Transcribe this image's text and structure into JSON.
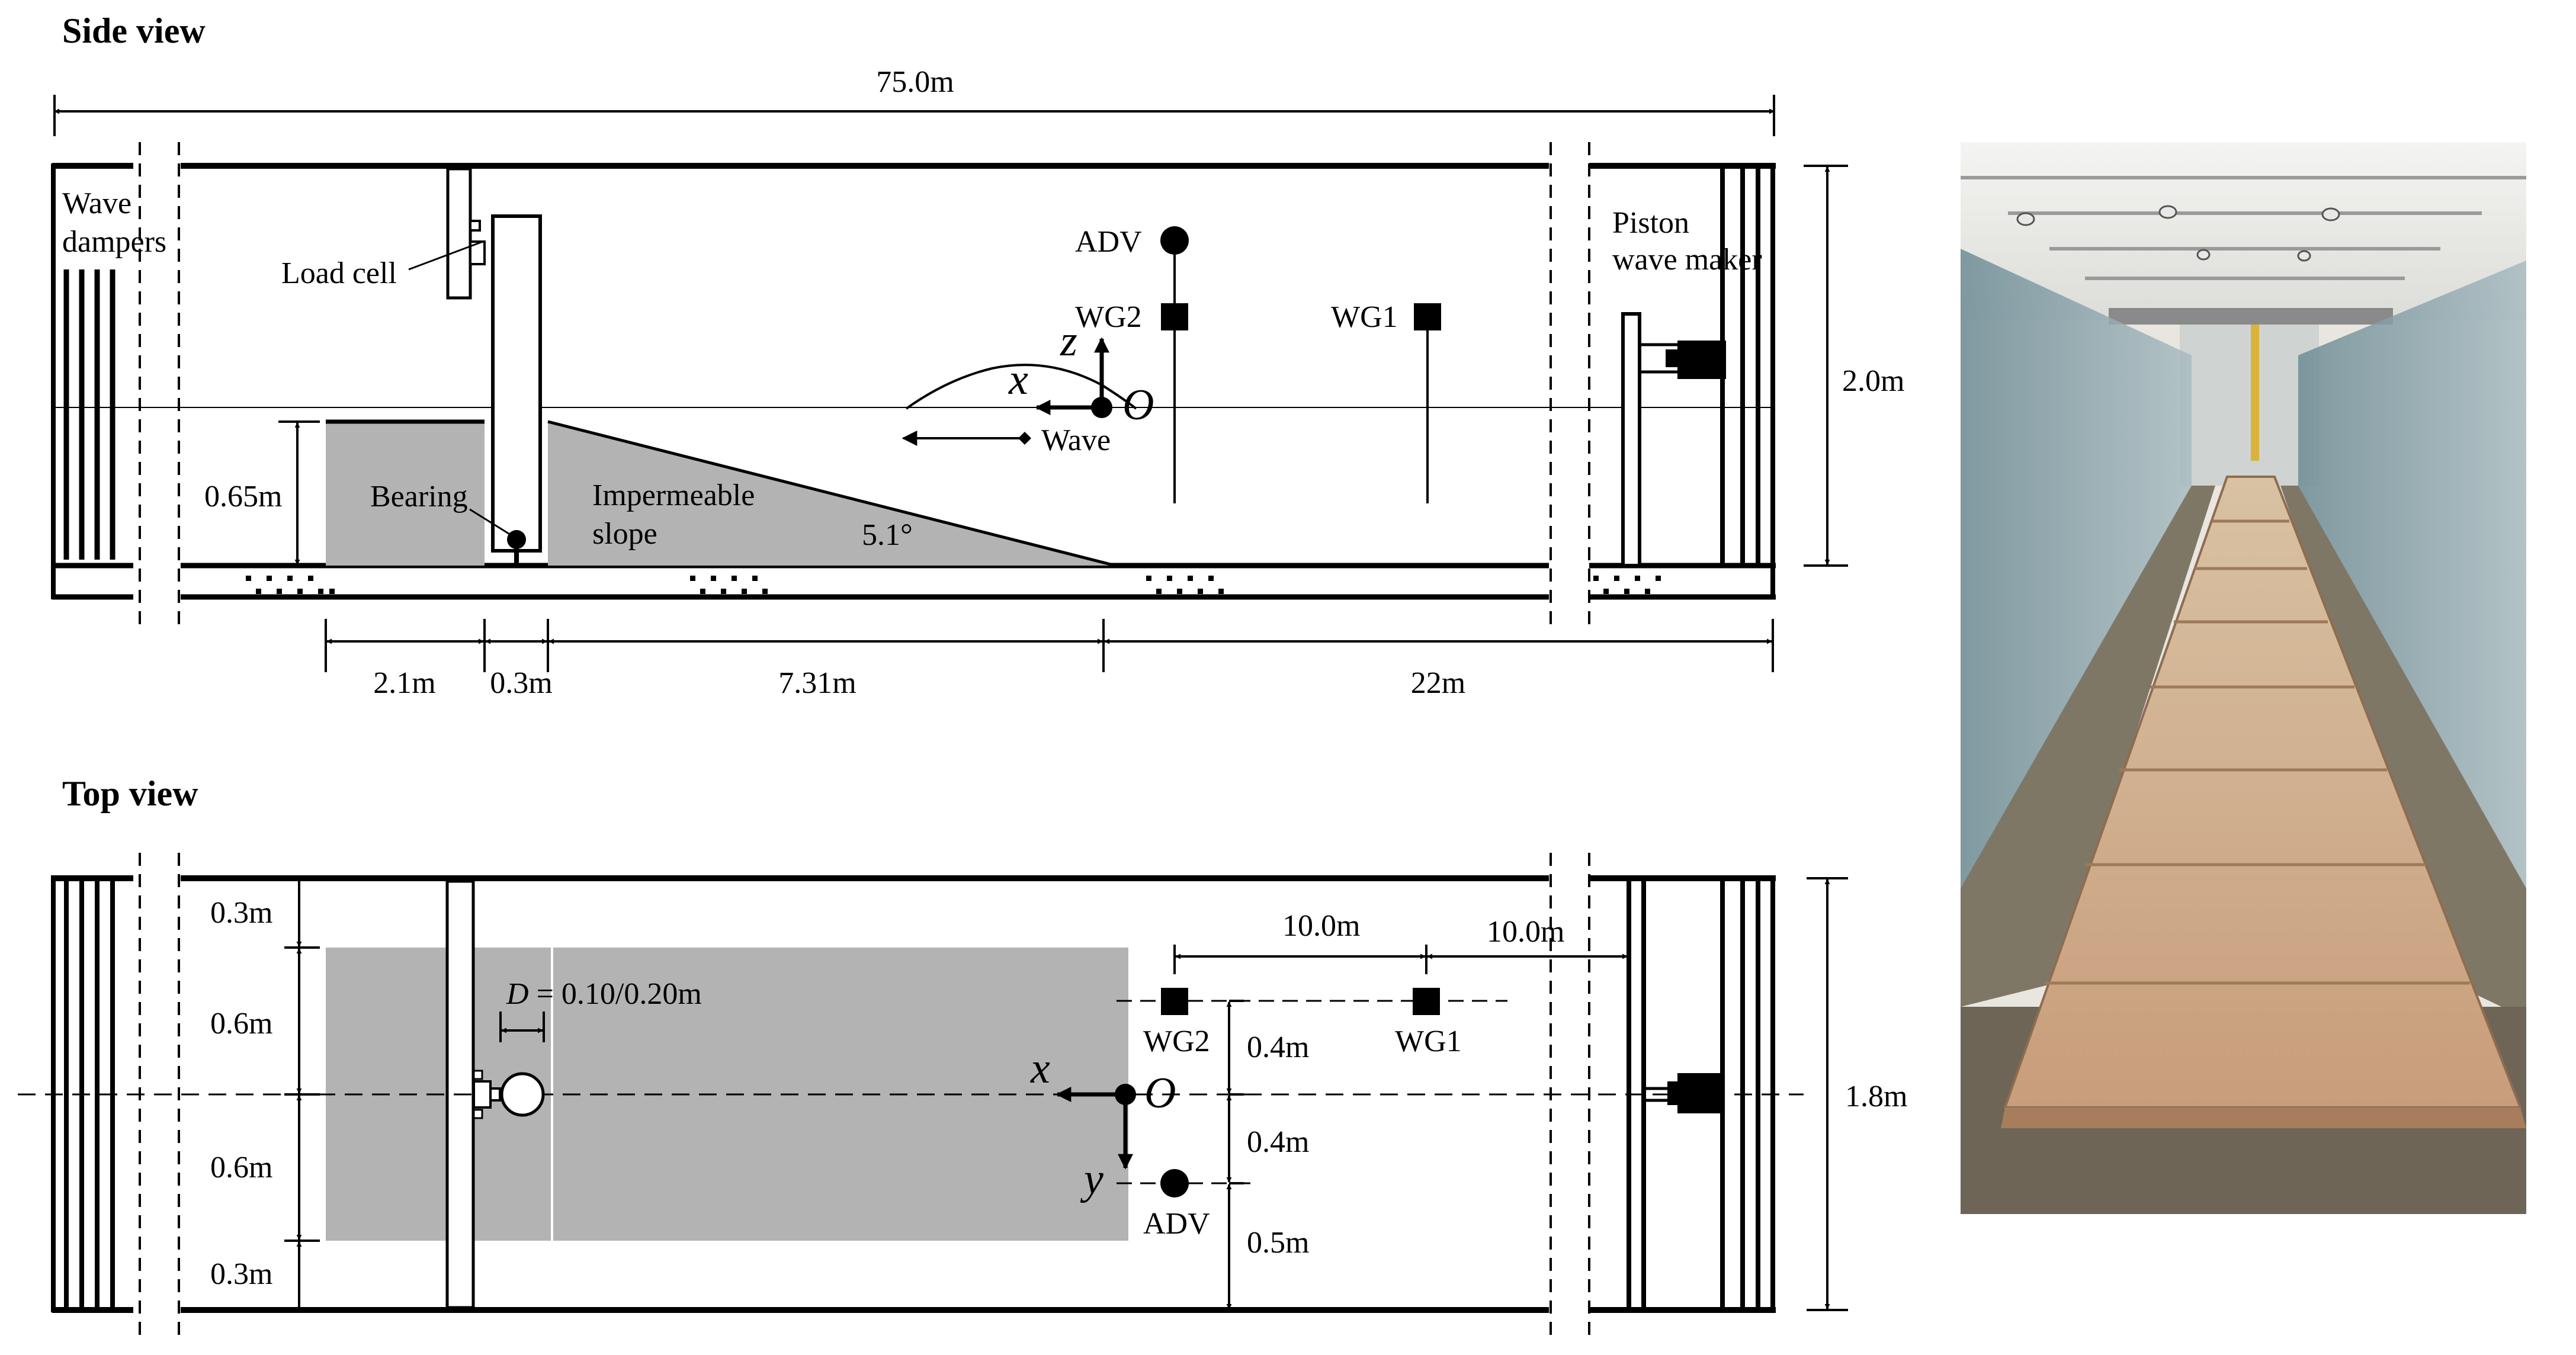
{
  "side_view": {
    "title": "Side view",
    "dims": {
      "total_length": "75.0m",
      "height": "2.0m",
      "water_depth": "0.65m",
      "seg1": "2.1m",
      "seg2": "0.3m",
      "seg3": "7.31m",
      "seg4": "22m"
    },
    "labels": {
      "wave_dampers_1": "Wave",
      "wave_dampers_2": "dampers",
      "load_cell": "Load cell",
      "bearing": "Bearing",
      "slope_1": "Impermeable",
      "slope_2": "slope",
      "angle": "5.1°",
      "adv": "ADV",
      "wg2": "WG2",
      "wg1": "WG1",
      "wave": "Wave",
      "piston_1": "Piston",
      "piston_2": "wave maker"
    },
    "axes": {
      "x": "x",
      "z": "z",
      "origin": "O"
    }
  },
  "top_view": {
    "title": "Top view",
    "dims": {
      "width": "1.8m",
      "gap_top": "0.3m",
      "half_top": "0.6m",
      "half_bottom": "0.6m",
      "gap_bottom": "0.3m",
      "wg_spacing_1": "10.0m",
      "wg_spacing_2": "10.0m",
      "wg_offset": "0.4m",
      "adv_offset": "0.4m",
      "wall_offset": "0.5m"
    },
    "diameter": {
      "symbol": "D",
      "value": " = 0.10/0.20m"
    },
    "labels": {
      "wg2": "WG2",
      "wg1": "WG1",
      "adv": "ADV"
    },
    "axes": {
      "x": "x",
      "y": "y",
      "origin": "O"
    }
  },
  "colors": {
    "structure_fill": "#b3b3b3",
    "line": "#000000",
    "background": "#ffffff"
  }
}
